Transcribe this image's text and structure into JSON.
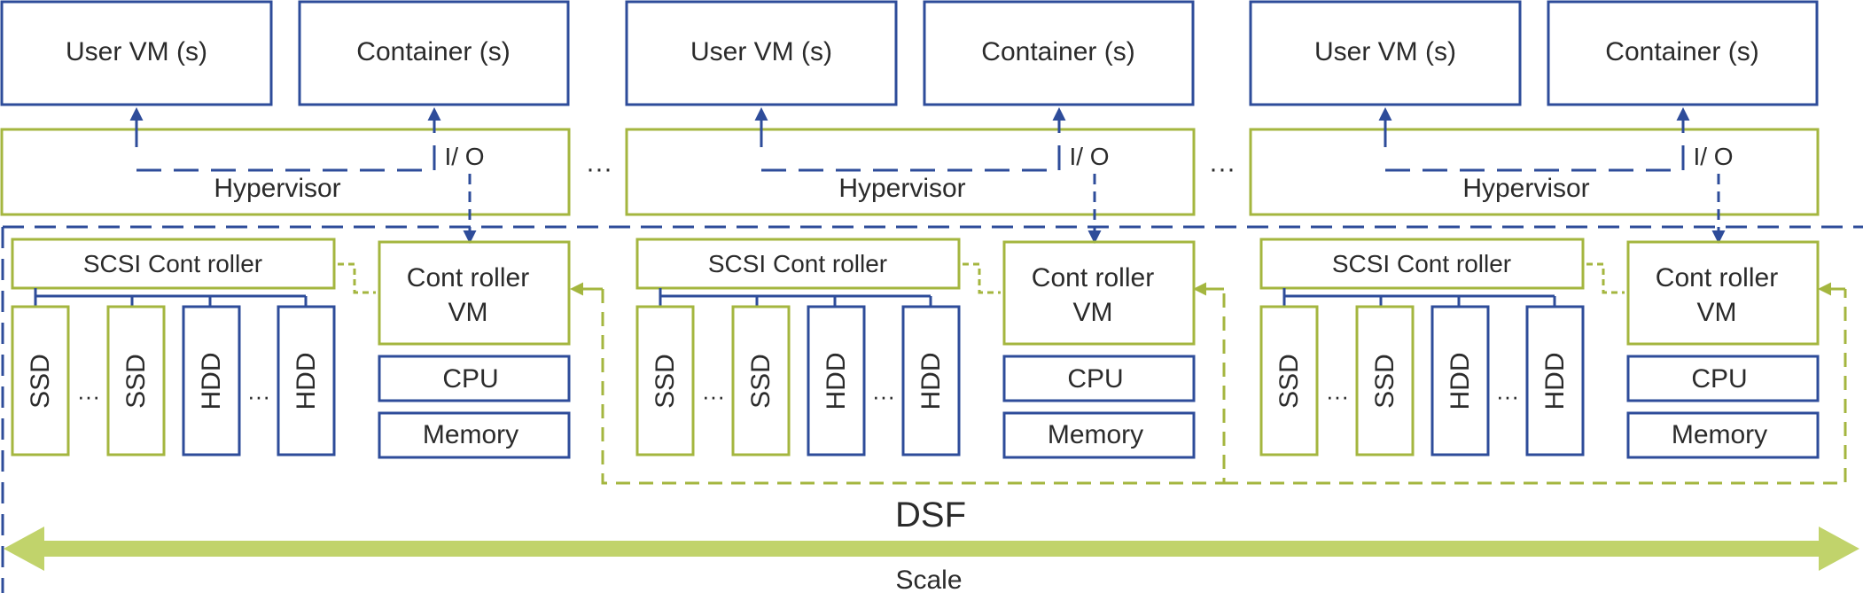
{
  "nodes": [
    {
      "user_vm": "User VM (s)",
      "container": "Container  (s)",
      "hypervisor": "Hypervisor",
      "io": "I/ O",
      "scsi": "SCSI Cont roller",
      "controller_vm": [
        "Cont roller",
        "VM"
      ],
      "cpu": "CPU",
      "memory": "Memory",
      "disks": [
        "SSD",
        "SSD",
        "HDD",
        "HDD"
      ]
    },
    {
      "user_vm": "User VM (s)",
      "container": "Container  (s)",
      "hypervisor": "Hypervisor",
      "io": "I/ O",
      "scsi": "SCSI Cont roller",
      "controller_vm": [
        "Cont roller",
        "VM"
      ],
      "cpu": "CPU",
      "memory": "Memory",
      "disks": [
        "SSD",
        "SSD",
        "HDD",
        "HDD"
      ]
    },
    {
      "user_vm": "User VM (s)",
      "container": "Container  (s)",
      "hypervisor": "Hypervisor",
      "io": "I/ O",
      "scsi": "SCSI Cont roller",
      "controller_vm": [
        "Cont roller",
        "VM"
      ],
      "cpu": "CPU",
      "memory": "Memory",
      "disks": [
        "SSD",
        "SSD",
        "HDD",
        "HDD"
      ]
    }
  ],
  "dsf_label": "DSF",
  "scale_label": "Scale",
  "colors": {
    "blue": "#2e4c9a",
    "green": "#a4b63f",
    "gray": "#8c8c8c"
  }
}
